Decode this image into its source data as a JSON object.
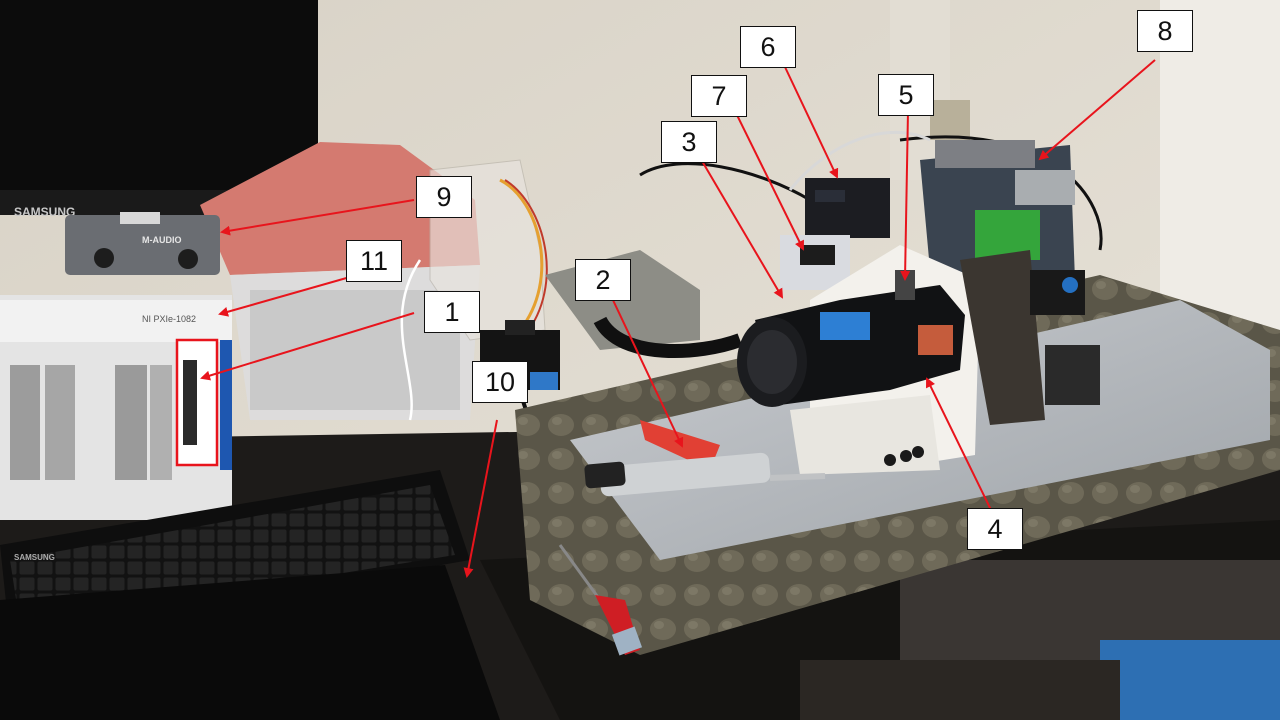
{
  "image": {
    "brands": {
      "monitor": "SAMSUNG",
      "keyboard": "SAMSUNG",
      "audio_interface": "M-AUDIO",
      "chassis": "NI PXIe-1082"
    },
    "callouts": [
      {
        "id": "1",
        "label": "1"
      },
      {
        "id": "2",
        "label": "2"
      },
      {
        "id": "3",
        "label": "3"
      },
      {
        "id": "4",
        "label": "4"
      },
      {
        "id": "5",
        "label": "5"
      },
      {
        "id": "6",
        "label": "6"
      },
      {
        "id": "7",
        "label": "7"
      },
      {
        "id": "8",
        "label": "8"
      },
      {
        "id": "9",
        "label": "9"
      },
      {
        "id": "10",
        "label": "10"
      },
      {
        "id": "11",
        "label": "11"
      }
    ],
    "colors": {
      "arrow": "#e8141c",
      "label_bg": "#ffffff",
      "label_border": "#111111"
    }
  }
}
